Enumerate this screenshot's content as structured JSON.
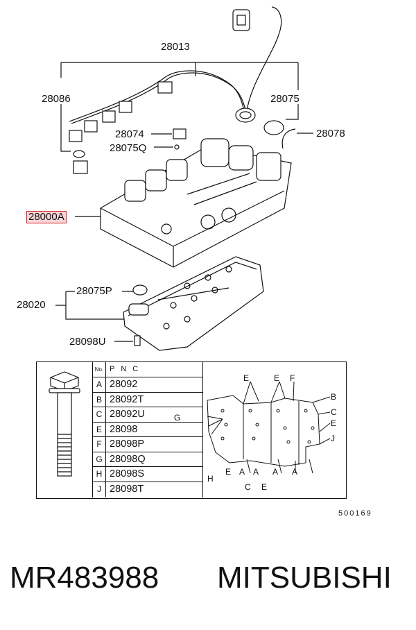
{
  "labels": {
    "p28013": "28013",
    "p28086": "28086",
    "p28075": "28075",
    "p28074": "28074",
    "p28078": "28078",
    "p28075Q": "28075Q",
    "p28000A": "28000A",
    "p28075P": "28075P",
    "p28020": "28020",
    "p28098U": "28098U"
  },
  "table": {
    "header_no": "No.",
    "header_pnc": "PNC",
    "rows": [
      {
        "key": "A",
        "pnc": "28092"
      },
      {
        "key": "B",
        "pnc": "28092T"
      },
      {
        "key": "C",
        "pnc": "28092U"
      },
      {
        "key": "E",
        "pnc": "28098"
      },
      {
        "key": "F",
        "pnc": "28098P"
      },
      {
        "key": "G",
        "pnc": "28098Q"
      },
      {
        "key": "H",
        "pnc": "28098S"
      },
      {
        "key": "J",
        "pnc": "28098T"
      }
    ]
  },
  "bolt_map_letters": {
    "E1": "E",
    "E2": "E",
    "F": "F",
    "B": "B",
    "C": "C",
    "E3": "E",
    "J": "J",
    "G": "G",
    "H": "H",
    "E4": "E",
    "A1": "A",
    "A2": "A",
    "A3": "A",
    "A4": "A",
    "C2": "C",
    "E5": "E"
  },
  "footnote": "500169",
  "part_number": "MR483988",
  "brand": "MITSUBISHI",
  "colors": {
    "highlight_border": "#e0202a",
    "highlight_fill": "#f6d5d7"
  }
}
